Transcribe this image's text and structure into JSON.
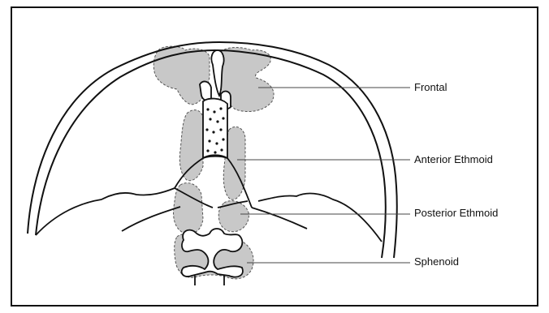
{
  "labels": {
    "frontal": "Frontal",
    "anterior_ethmoid": "Anterior Ethmoid",
    "posterior_ethmoid": "Posterior Ethmoid",
    "sphenoid": "Sphenoid"
  },
  "colors": {
    "sinus_fill": "#c8c8c8",
    "line": "#111111",
    "background": "#ffffff"
  }
}
